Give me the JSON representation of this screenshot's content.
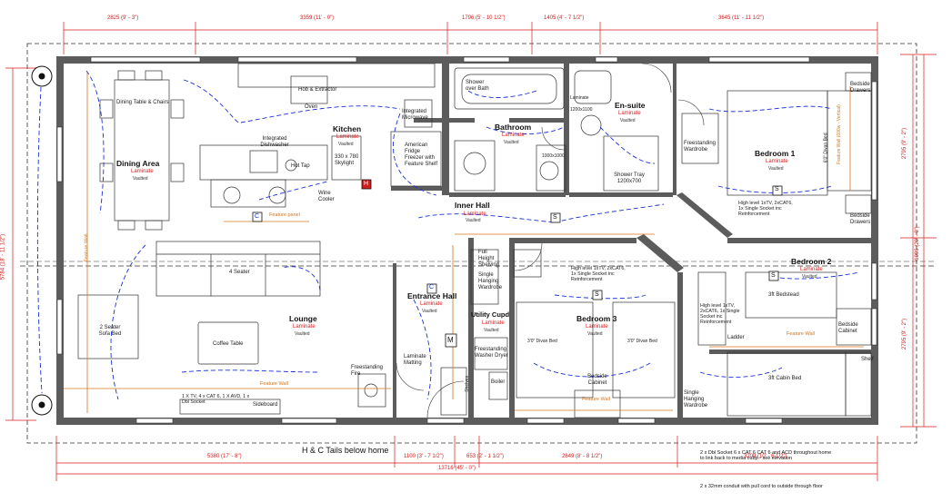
{
  "rooms": {
    "dining": {
      "name": "Dining Area",
      "floor": "Laminate",
      "ceiling": "Vaulted",
      "furniture": "Dining Table & Chairs"
    },
    "kitchen": {
      "name": "Kitchen",
      "floor": "Laminate",
      "ceiling": "Vaulted",
      "hob": "Hob & Extractor",
      "oven": "Oven",
      "microwave": "Integrated Microwave",
      "dishwasher": "Integrated Dishwasher",
      "skylight": "330 x 780 Skylight",
      "hottap": "Hot Tap",
      "winecooler": "Wine Cooler",
      "fridge": "American Fridge Freezer with Feature Shelf",
      "panel": "Feature panel"
    },
    "bathroom": {
      "name": "Bathroom",
      "floor": "Laminate",
      "ceiling": "Vaulted",
      "bath": "Shower over Bath",
      "tray": "1000x1000"
    },
    "ensuite": {
      "name": "En-suite",
      "floor": "Laminate",
      "ceiling": "Vaulted",
      "tray": "Shower Tray 1200x700",
      "lam": "Laminate",
      "lamdim": "1200x1100"
    },
    "bed1": {
      "name": "Bedroom 1",
      "floor": "Laminate",
      "ceiling": "Vaulted",
      "wardrobe": "Freestanding Wardrobe",
      "drawer1": "Bedside Drawers",
      "drawer2": "Bedside Drawers",
      "bed": "6'0\" Divan Bed",
      "wall": "Feature Wall (600w - Vertical)",
      "level": "High level 1xTV, 2xCAT6, 1x Single Socket inc Reinforcement"
    },
    "innerhall": {
      "name": "Inner Hall",
      "floor": "Laminate",
      "ceiling": "Vaulted"
    },
    "bed2": {
      "name": "Bedroom 2",
      "floor": "Laminate",
      "ceiling": "Vaulted",
      "bed": "3ft Bedstead",
      "cabinet": "Bedside Cabinet",
      "cabin": "3ft Cabin Bed",
      "ladder": "Ladder",
      "shelf": "Shelf",
      "wall": "Feature Wall",
      "level": "High level 1xTV, 2xCAT6, 1x Single Socket inc Reinforcement"
    },
    "bed3": {
      "name": "Bedroom 3",
      "floor": "Laminate",
      "ceiling": "Vaulted",
      "bed1": "3'0\" Divan Bed",
      "bed2": "3'0\" Divan Bed",
      "cabinet": "Bedside Cabinet",
      "wall": "Feature Wall",
      "wardrobe": "Single Hanging Wardrobe",
      "level": "High level 1xTV, 2xCAT6, 1x Single Socket inc Reinforcement"
    },
    "lounge": {
      "name": "Lounge",
      "floor": "Laminate",
      "ceiling": "Vaulted",
      "seater4": "4 Seater",
      "sofa": "2 Seater Sofa Bed",
      "coffee": "Coffee Table",
      "fire": "Freestanding Fire",
      "sideboard": "Sideboard",
      "wall": "Feature Wall",
      "sockets": "1 X TV, 4 x CAT 6, 1 X AVD, 1 x Dbl Socket",
      "wall2": "Feature Wall"
    },
    "entrance": {
      "name": "Entrance Hall",
      "floor": "Laminate",
      "ceiling": "Vaulted",
      "lam": "Laminate Matting",
      "full": "Full Height Shelving",
      "single": "Single Hanging Wardrobe"
    },
    "utility": {
      "name": "Utility Cupd",
      "floor": "Laminate",
      "ceiling": "Vaulted",
      "washer": "Freestanding Washer Dryer",
      "boiler": "Boiler",
      "shelves": "Shelves"
    }
  },
  "dimensions": {
    "top": [
      "2825 (9' - 3\")",
      "3359 (11' - 0\")",
      "1796 (5' - 10 1/2\")",
      "1405 (4' - 7 1/2\")",
      "3645 (11' - 11 1/2\")"
    ],
    "bottom": [
      "5380 (17' - 8\")",
      "1100 (3' - 7 1/2\")",
      "653 (2' - 1 1/2\")",
      "2649 (8' - 8 1/2\")",
      "3209 (10' - 6 1/2\")"
    ],
    "total": "13716 (45' - 0\")",
    "left": "5784 (18' - 11 1/2\")",
    "right": [
      "2795 (9' - 2\")",
      "6096 (20' - 0\")",
      "2795 (9' - 2\")"
    ]
  },
  "notes": {
    "tails": "H & C Tails below home",
    "socket": "2 x Dbl Socket 6 x CAT 6 CAT 6 and ACD throughout home to link back to media cubp - see elevation",
    "conduit": "2 x 32mm conduit with pull cord to outside through floor"
  },
  "markers": {
    "c": "C",
    "s": "S",
    "h": "H",
    "m": "M"
  },
  "colors": {
    "wall": "#5c5c5c",
    "dim": "#d61b1b",
    "wiring": "#1b2fd6",
    "feature": "#d4761c"
  }
}
